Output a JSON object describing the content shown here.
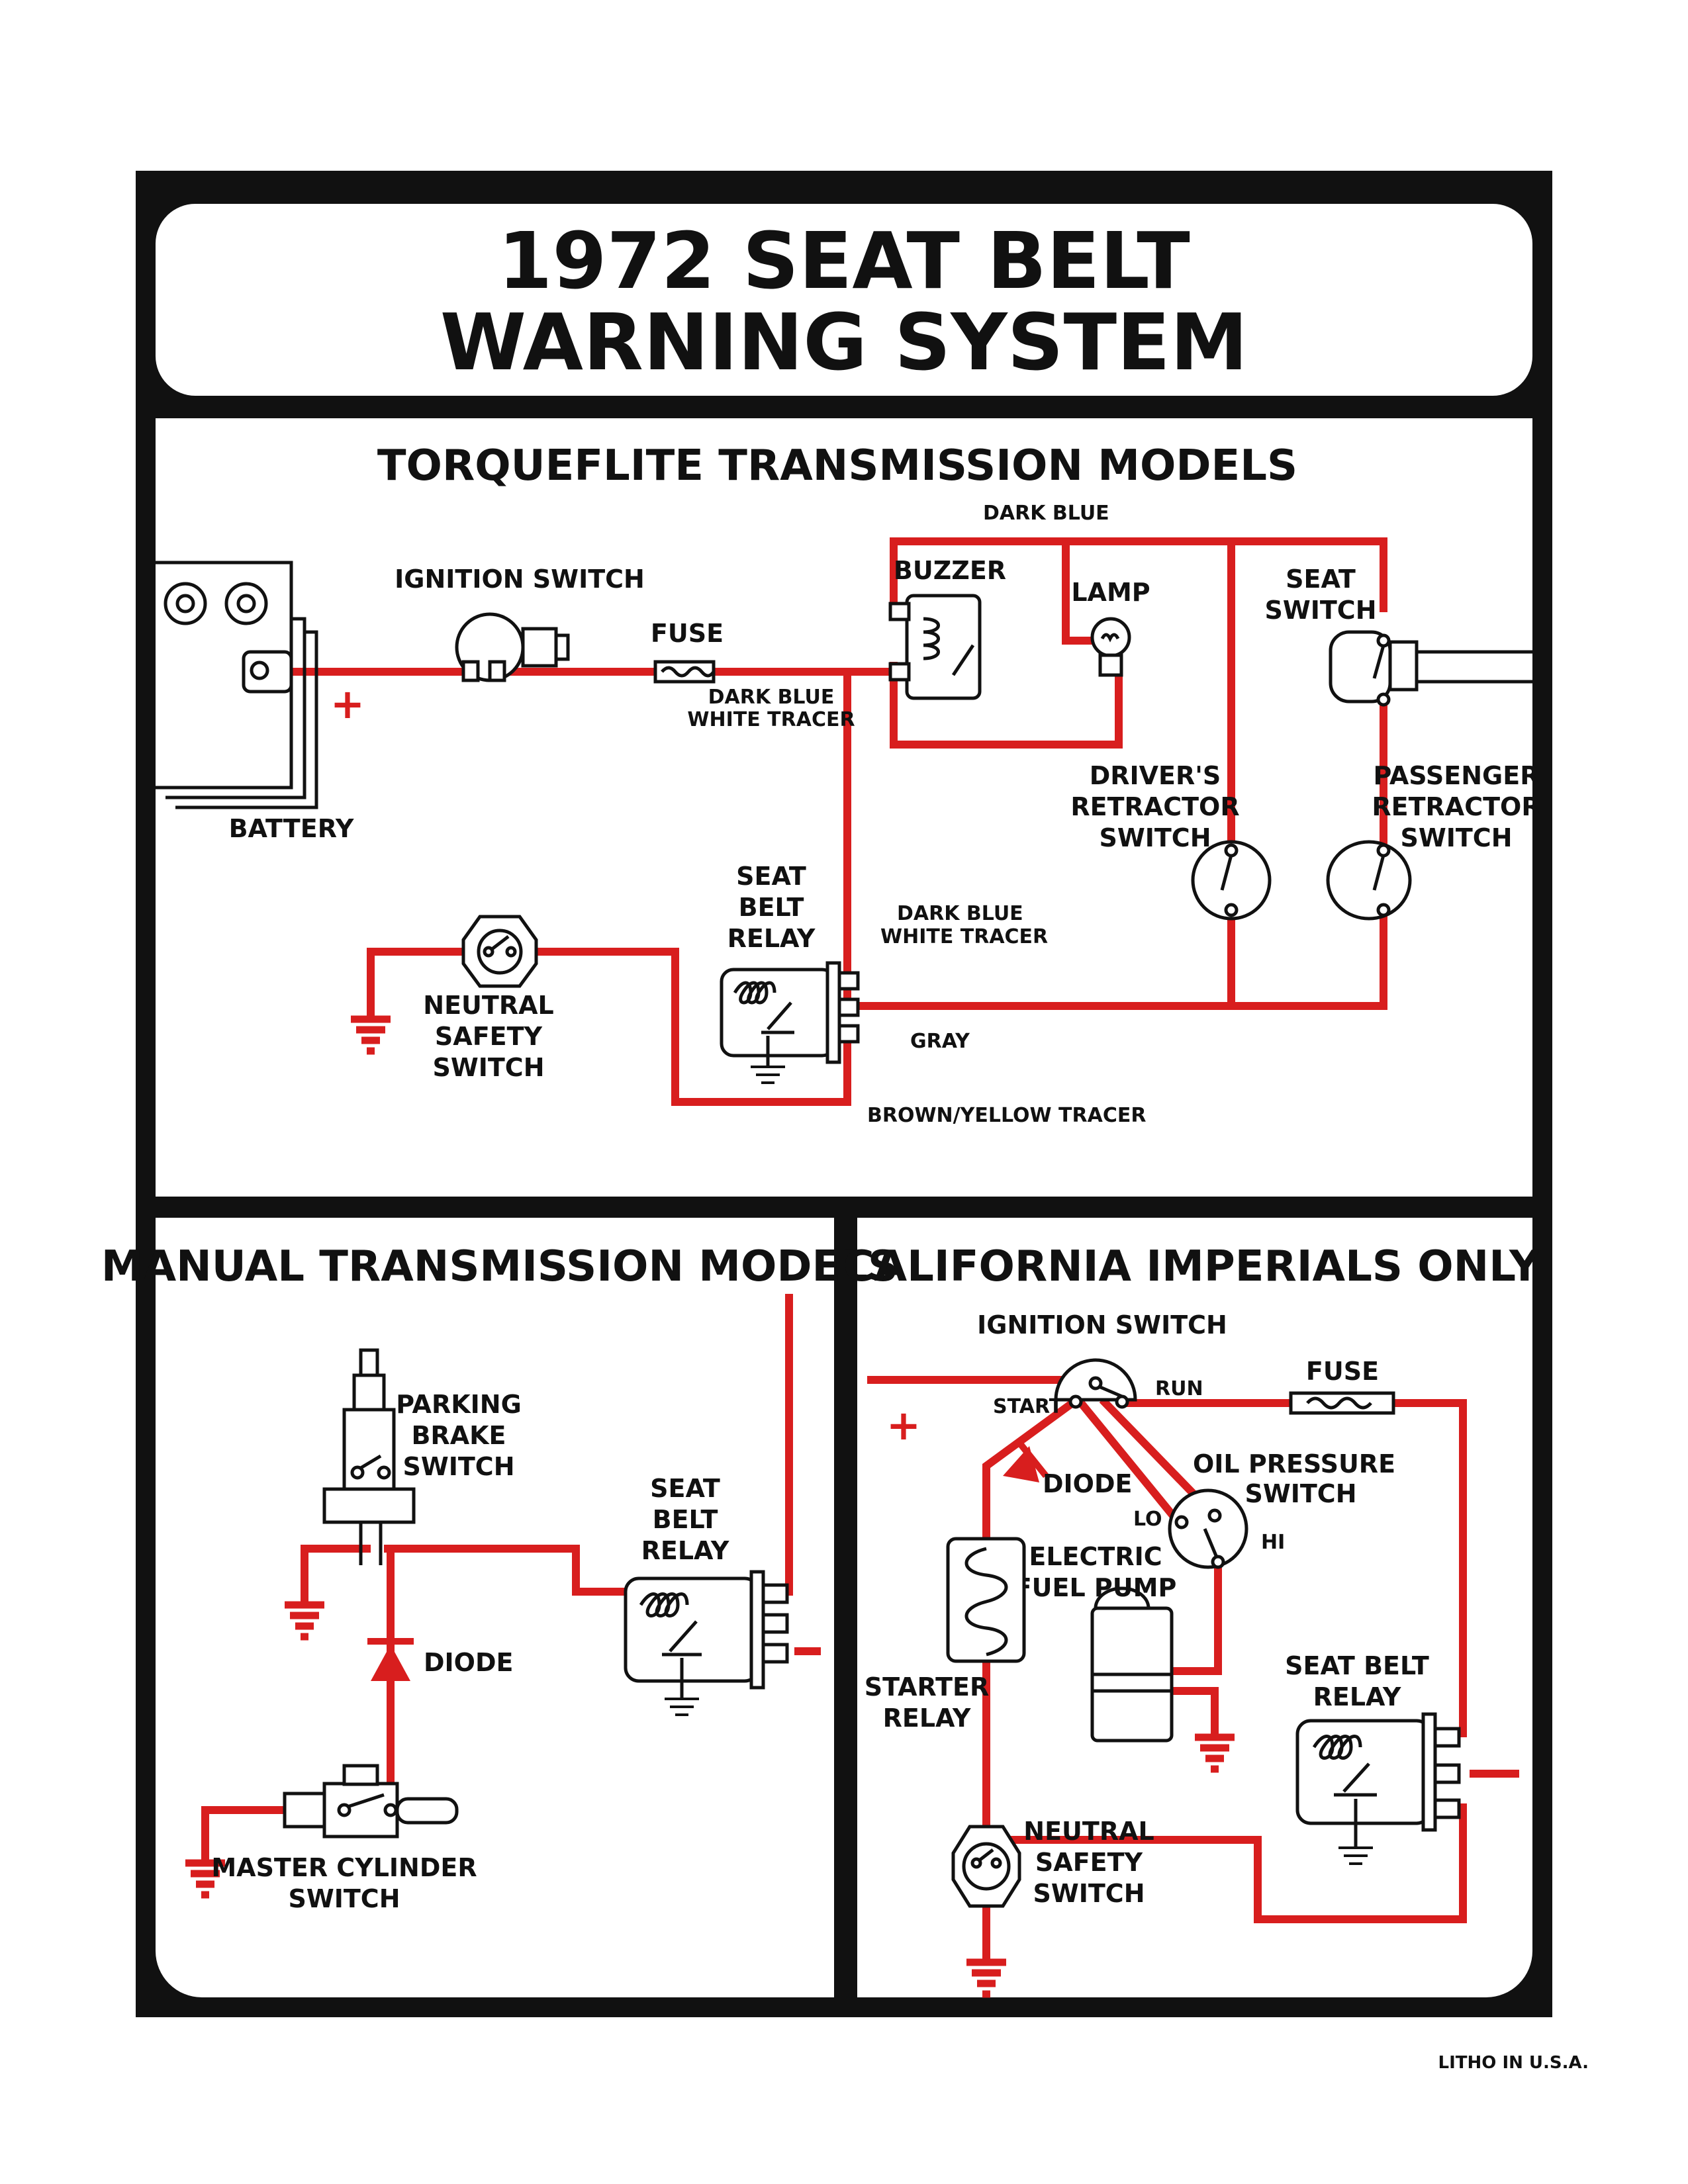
{
  "title": {
    "line1": "1972 SEAT BELT",
    "line2": "WARNING SYSTEM"
  },
  "colors": {
    "wire": "#d81e1e",
    "ink": "#111111",
    "frame": "#111111",
    "paper": "#ffffff"
  },
  "torqueflite": {
    "heading": "TORQUEFLITE TRANSMISSION MODELS",
    "battery": "BATTERY",
    "ignition_switch": "IGNITION SWITCH",
    "fuse": "FUSE",
    "buzzer": "BUZZER",
    "lamp": "LAMP",
    "seat_switch": [
      "SEAT",
      "SWITCH"
    ],
    "drivers_retractor": [
      "DRIVER'S",
      "RETRACTOR",
      "SWITCH"
    ],
    "passenger_retractor": [
      "PASSENGER",
      "RETRACTOR",
      "SWITCH"
    ],
    "seat_belt_relay": [
      "SEAT",
      "BELT",
      "RELAY"
    ],
    "neutral_safety": [
      "NEUTRAL",
      "SAFETY",
      "SWITCH"
    ],
    "wire_dark_blue": "DARK BLUE",
    "wire_dark_blue_white_1": [
      "DARK BLUE",
      "WHITE TRACER"
    ],
    "wire_dark_blue_white_2": [
      "DARK BLUE",
      "WHITE TRACER"
    ],
    "wire_gray": "GRAY",
    "wire_brown_yellow": "BROWN/YELLOW TRACER",
    "plus": "+"
  },
  "manual": {
    "heading": "MANUAL TRANSMISSION MODELS",
    "parking_brake": [
      "PARKING",
      "BRAKE",
      "SWITCH"
    ],
    "diode": "DIODE",
    "seat_belt_relay": [
      "SEAT",
      "BELT",
      "RELAY"
    ],
    "master_cylinder": [
      "MASTER CYLINDER",
      "SWITCH"
    ]
  },
  "california": {
    "heading": "CALIFORNIA IMPERIALS ONLY",
    "ignition_switch": "IGNITION SWITCH",
    "start": "START",
    "run": "RUN",
    "fuse": "FUSE",
    "diode": "DIODE",
    "oil_pressure": [
      "OIL PRESSURE",
      "SWITCH"
    ],
    "lo": "LO",
    "hi": "HI",
    "electric_fuel_pump": [
      "ELECTRIC",
      "FUEL PUMP"
    ],
    "starter_relay": [
      "STARTER",
      "RELAY"
    ],
    "seat_belt_relay": [
      "SEAT BELT",
      "RELAY"
    ],
    "neutral_safety": [
      "NEUTRAL",
      "SAFETY",
      "SWITCH"
    ],
    "plus": "+"
  },
  "footer": "LITHO IN U.S.A."
}
